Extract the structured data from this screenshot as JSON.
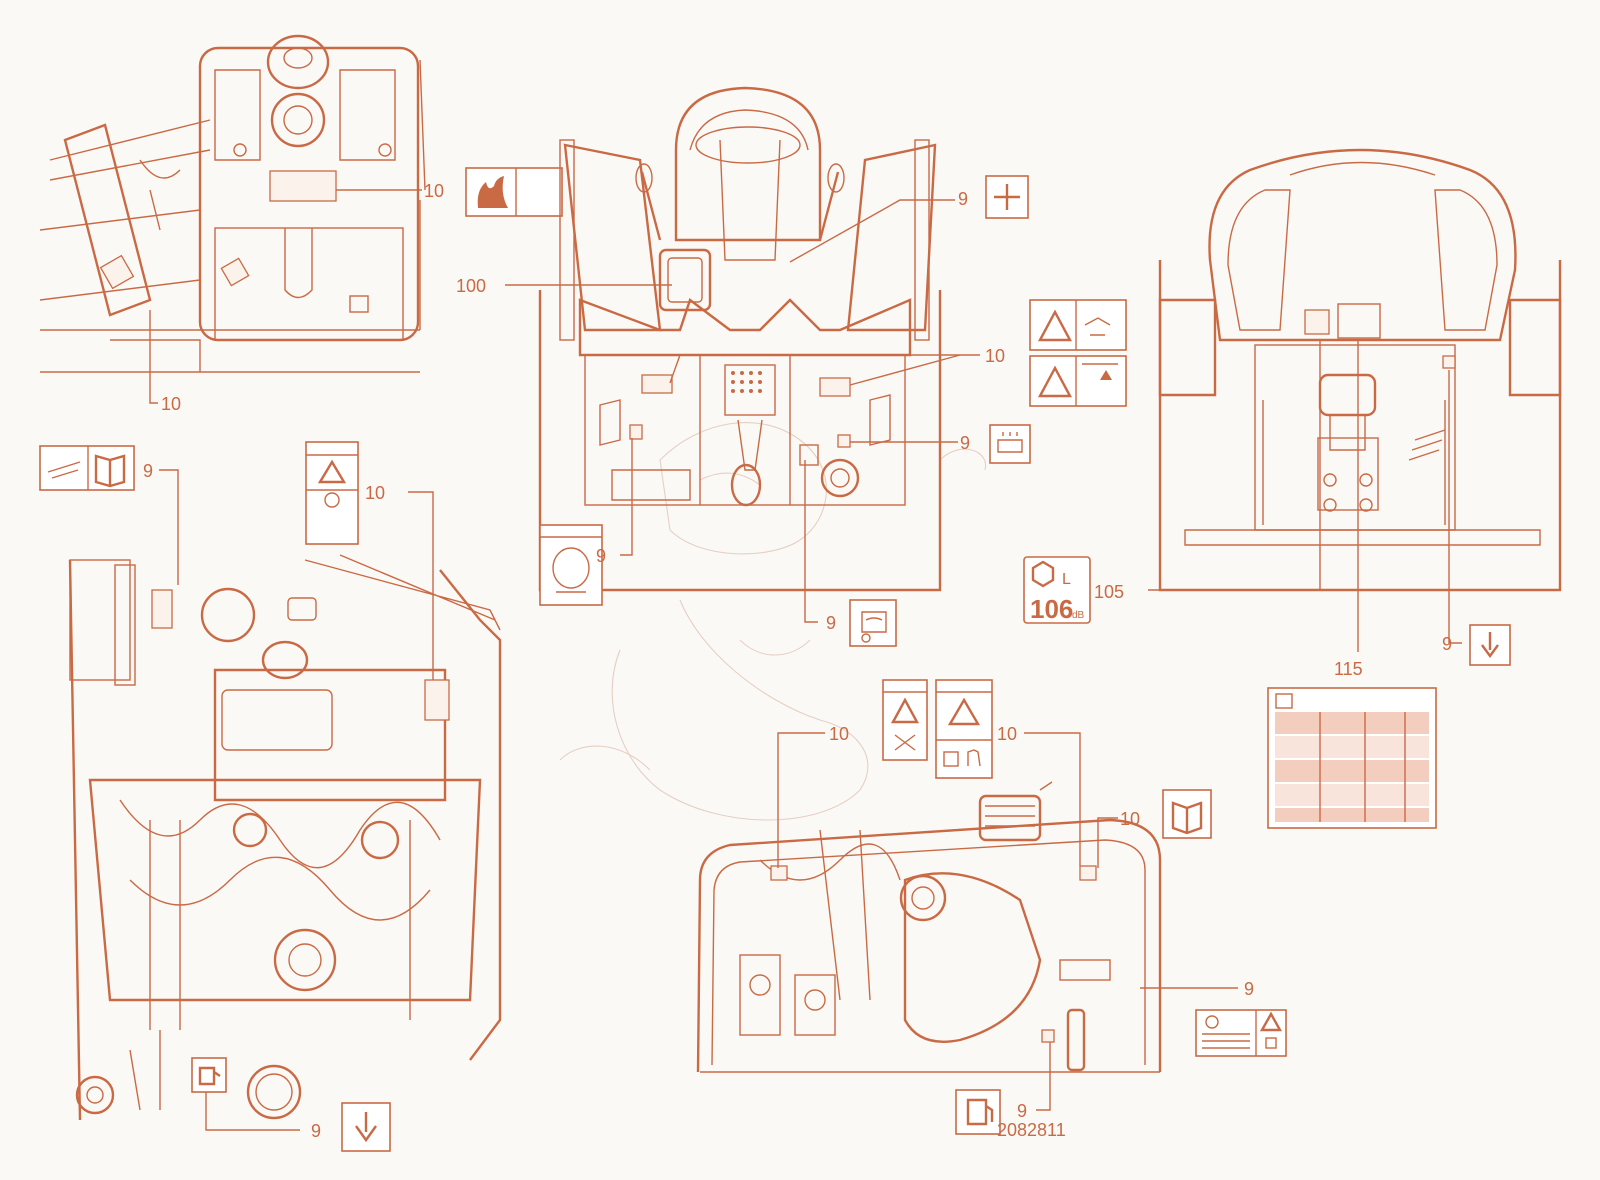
{
  "diagram": {
    "drawing_number": "2082811",
    "callouts": {
      "c100": "100",
      "c105": "105",
      "c115": "115",
      "c9": "9",
      "c10": "10"
    },
    "noise_decal": {
      "letter": "L",
      "value": "106",
      "unit": "dB"
    },
    "colors": {
      "line": "#c96a45",
      "background": "#fbf9f6"
    }
  }
}
